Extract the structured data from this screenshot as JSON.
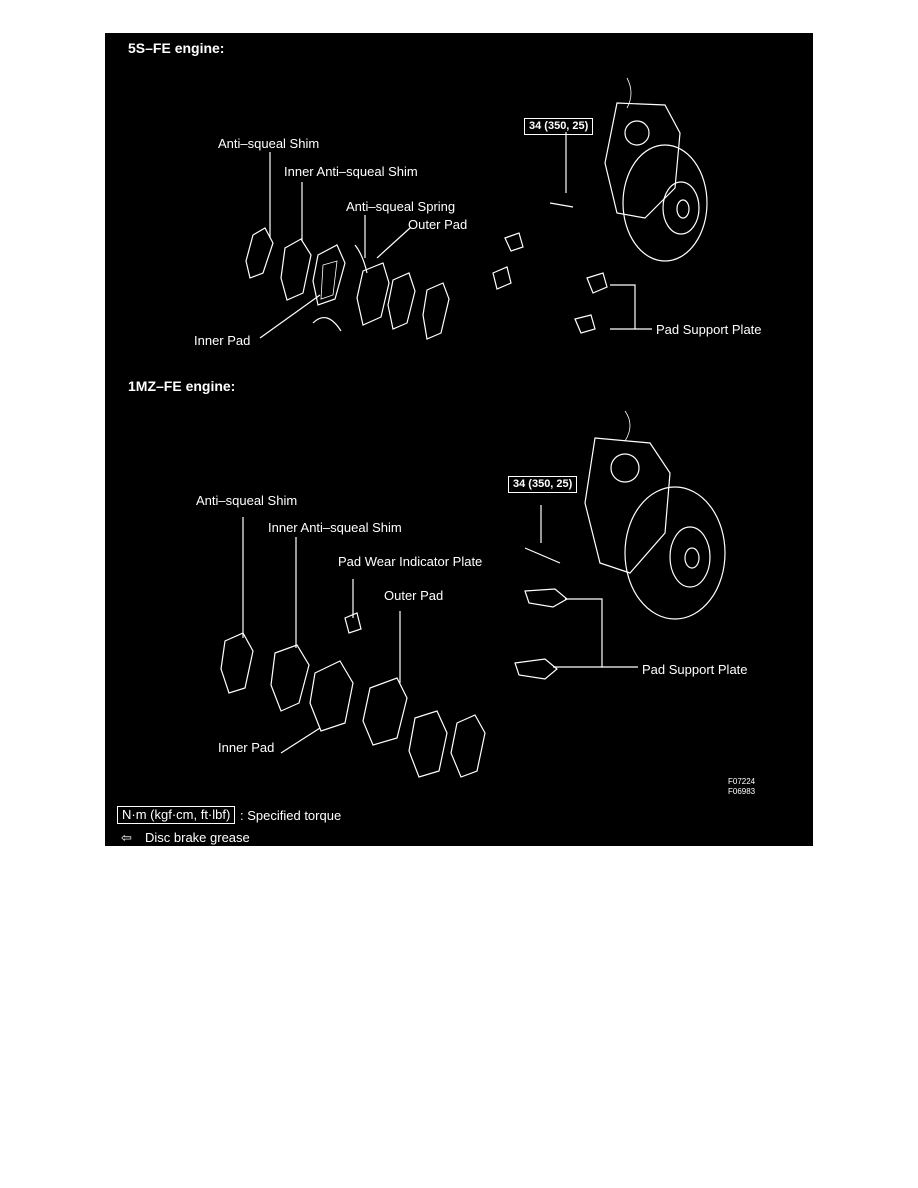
{
  "section1": {
    "title": "5S–FE engine:",
    "torque": "34 (350, 25)",
    "labels": {
      "anti_squeal_shim": "Anti–squeal Shim",
      "inner_anti_squeal_shim": "Inner Anti–squeal Shim",
      "anti_squeal_spring": "Anti–squeal Spring",
      "outer_pad": "Outer Pad",
      "inner_pad": "Inner Pad",
      "pad_support_plate": "Pad Support Plate"
    }
  },
  "section2": {
    "title": "1MZ–FE engine:",
    "torque": "34 (350, 25)",
    "labels": {
      "anti_squeal_shim": "Anti–squeal Shim",
      "inner_anti_squeal_shim": "Inner Anti–squeal Shim",
      "pad_wear_indicator_plate": "Pad Wear Indicator Plate",
      "outer_pad": "Outer Pad",
      "inner_pad": "Inner Pad",
      "pad_support_plate": "Pad Support Plate"
    }
  },
  "figure_codes": [
    "F07224",
    "F06983"
  ],
  "legend": {
    "torque_unit": "N·m (kgf·cm, ft·lbf)",
    "torque_desc": ": Specified torque",
    "grease_symbol": "⇦",
    "grease_desc": "Disc brake grease"
  },
  "colors": {
    "background": "#000000",
    "lines": "#ffffff",
    "page": "#ffffff"
  }
}
